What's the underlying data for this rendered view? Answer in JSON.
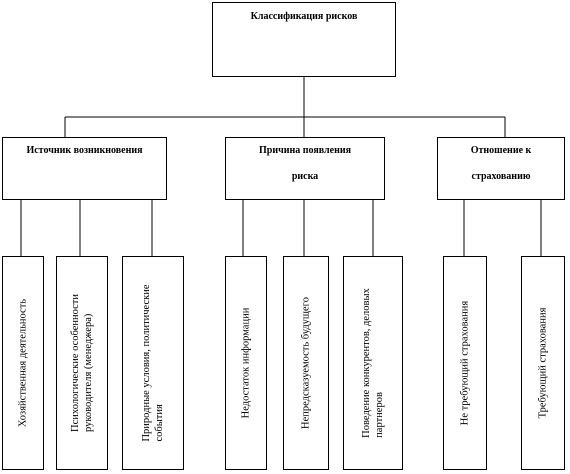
{
  "root": {
    "label": "Классификация рисков"
  },
  "categories": [
    {
      "label": "Источник возникновения"
    },
    {
      "label_line1": "Причина появления",
      "label_line2": "риска"
    },
    {
      "label_line1": "Отношение к",
      "label_line2": "страхованию"
    }
  ],
  "leaves": [
    {
      "line1": "Хозяйственная деятельность"
    },
    {
      "line1": "Психологические особенности",
      "line2": "руководителя (менеджера)"
    },
    {
      "line1": "Природные условия, политические",
      "line2": "события"
    },
    {
      "line1": "Недостаток информации"
    },
    {
      "line1": "Непредсказуемость будущего"
    },
    {
      "line1": "Поведение конкурентов, деловых",
      "line2": "партнеров"
    },
    {
      "line1": "Не требующий страхования"
    },
    {
      "line1": "Требующий страхования"
    }
  ]
}
